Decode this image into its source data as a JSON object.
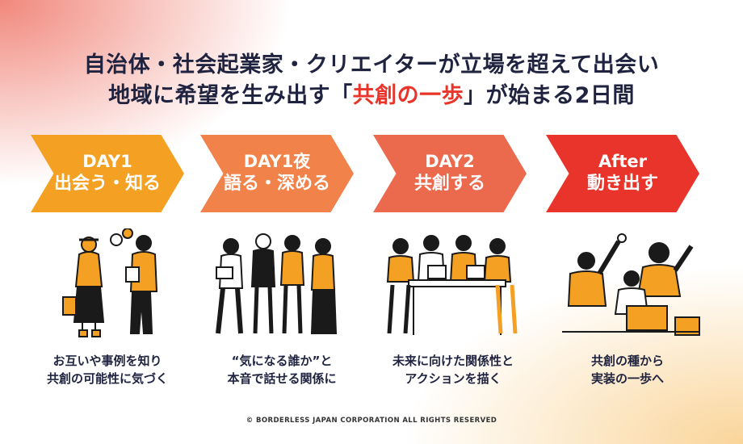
{
  "headline": {
    "line1": "自治体・社会起業家・クリエイターが立場を超えて出会い",
    "line2_pre": "地域に希望を生み出す「",
    "line2_accent": "共創の一歩",
    "line2_post": "」が始まる2日間"
  },
  "steps": [
    {
      "day": "DAY1",
      "action": "出会う・知る",
      "desc1": "お互いや事例を知り",
      "desc2": "共創の可能性に気づく",
      "color": "#f4a123"
    },
    {
      "day": "DAY1夜",
      "action": "語る・深める",
      "desc1": "“気になる誰か”と",
      "desc2": "本音で話せる関係に",
      "color": "#f0824a"
    },
    {
      "day": "DAY2",
      "action": "共創する",
      "desc1": "未来に向けた関係性と",
      "desc2": "アクションを描く",
      "color": "#eb6a4e"
    },
    {
      "day": "After",
      "action": "動き出す",
      "desc1": "共創の種から",
      "desc2": "実装の一歩へ",
      "color": "#e8342a"
    }
  ],
  "footer": "© BORDERLESS JAPAN CORPORATION ALL RIGHTS RESERVED",
  "illustration_icons": [
    "people-meeting-icon",
    "group-talking-icon",
    "team-table-laptops-icon",
    "celebrating-team-icon"
  ]
}
